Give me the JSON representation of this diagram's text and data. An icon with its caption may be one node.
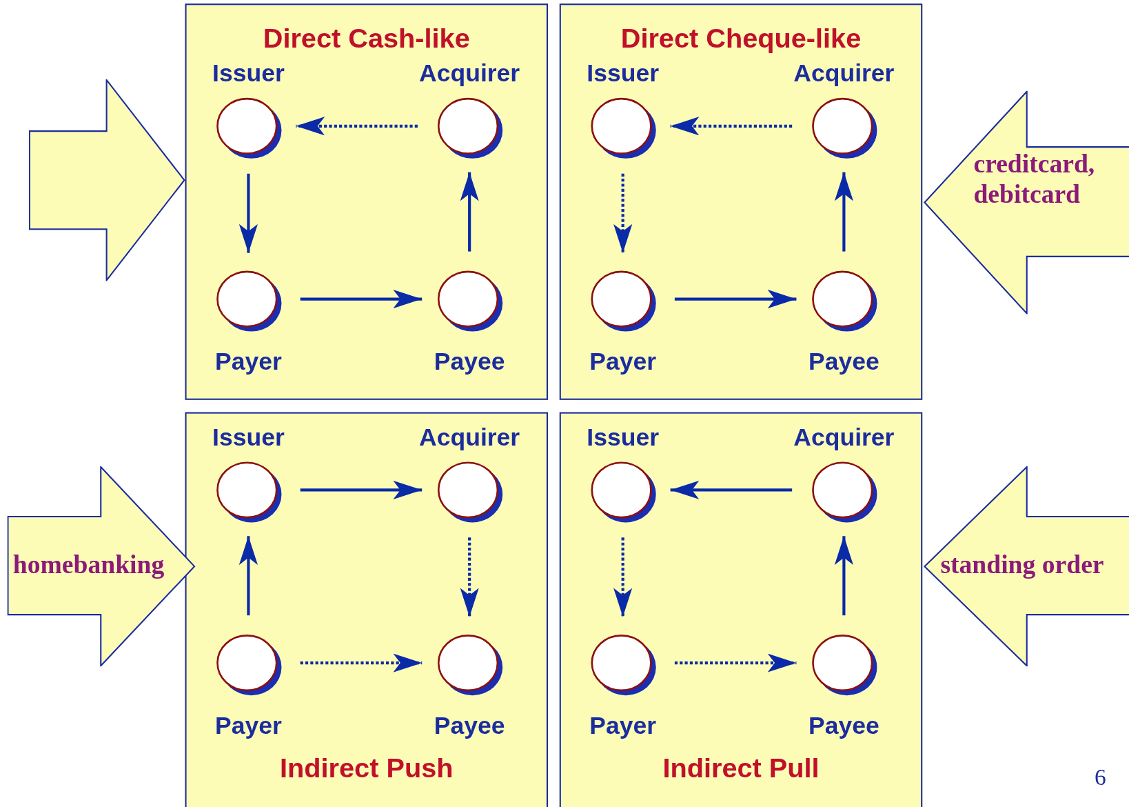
{
  "diagram": {
    "nodes": [
      {
        "text": [
          "Direct Cash-like"
        ]
      },
      {
        "text": [
          "Issuer"
        ],
        "in": 0
      },
      {
        "text": [
          "Acquirer"
        ],
        "in": 0
      },
      {
        "text": [
          "Payer"
        ],
        "in": 0
      },
      {
        "text": [
          "Payee"
        ],
        "in": 0
      },
      {
        "text": [
          "Direct Cheque-like"
        ]
      },
      {
        "text": [
          "Issuer"
        ],
        "in": 5
      },
      {
        "text": [
          "Acquirer"
        ],
        "in": 5
      },
      {
        "text": [
          "Payer"
        ],
        "in": 5
      },
      {
        "text": [
          "Payee"
        ],
        "in": 5
      },
      {
        "text": [
          "Indirect Push"
        ]
      },
      {
        "text": [
          "Issuer"
        ],
        "in": 10
      },
      {
        "text": [
          "Acquirer"
        ],
        "in": 10
      },
      {
        "text": [
          "Payer"
        ],
        "in": 10
      },
      {
        "text": [
          "Payee"
        ],
        "in": 10
      },
      {
        "text": [
          "Indirect Pull"
        ]
      },
      {
        "text": [
          "Issuer"
        ],
        "in": 15
      },
      {
        "text": [
          "Acquirer"
        ],
        "in": 15
      },
      {
        "text": [
          "Payer"
        ],
        "in": 15
      },
      {
        "text": [
          "Payee"
        ],
        "in": 15
      },
      {
        "text": [],
        "shape": "arrow"
      },
      {
        "text": [
          "creditcard, debitcard"
        ]
      },
      {
        "text": [
          "homebanking"
        ]
      },
      {
        "text": [
          "standing order"
        ]
      }
    ],
    "edges": [
      {
        "from": 2,
        "to": 1,
        "arrow": "to",
        "style": "dashed"
      },
      {
        "from": 1,
        "to": 3,
        "arrow": "to"
      },
      {
        "from": 3,
        "to": 4,
        "arrow": "to"
      },
      {
        "from": 4,
        "to": 2,
        "arrow": "to"
      },
      {
        "from": 7,
        "to": 6,
        "arrow": "to",
        "style": "dashed"
      },
      {
        "from": 6,
        "to": 8,
        "arrow": "to",
        "style": "dashed"
      },
      {
        "from": 8,
        "to": 9,
        "arrow": "to"
      },
      {
        "from": 9,
        "to": 7,
        "arrow": "to"
      },
      {
        "from": 11,
        "to": 12,
        "arrow": "to"
      },
      {
        "from": 12,
        "to": 14,
        "arrow": "to",
        "style": "dashed"
      },
      {
        "from": 13,
        "to": 14,
        "arrow": "to",
        "style": "dashed"
      },
      {
        "from": 13,
        "to": 11,
        "arrow": "to"
      },
      {
        "from": 17,
        "to": 16,
        "arrow": "to"
      },
      {
        "from": 16,
        "to": 18,
        "arrow": "to",
        "style": "dashed"
      },
      {
        "from": 18,
        "to": 19,
        "arrow": "to",
        "style": "dashed"
      },
      {
        "from": 19,
        "to": 17,
        "arrow": "to"
      }
    ],
    "labels": [
      "6"
    ]
  }
}
